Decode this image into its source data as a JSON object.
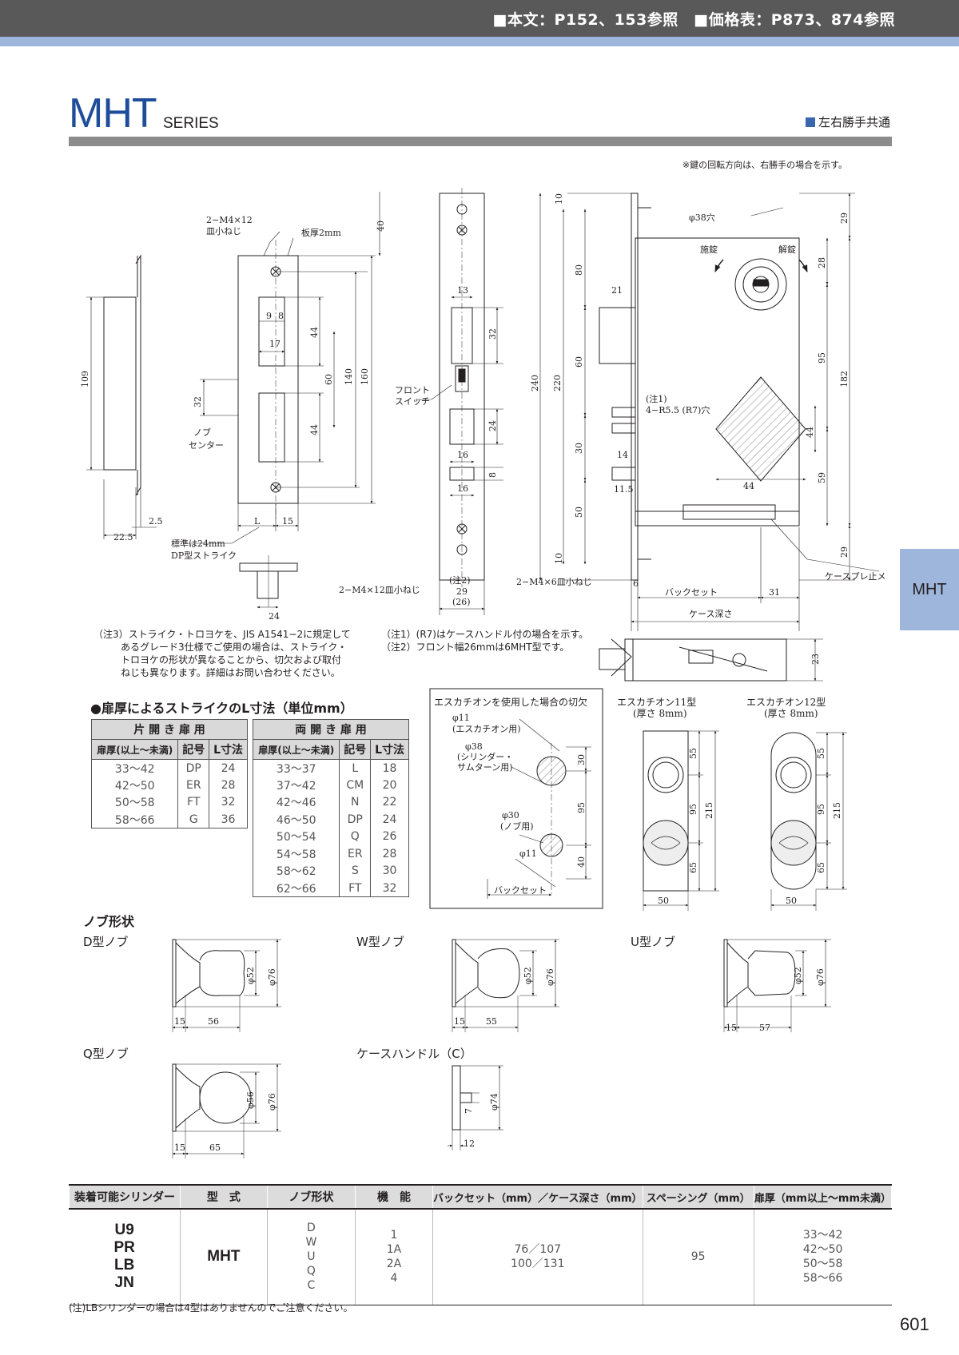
{
  "header": {
    "reference": "■本文：P152、153参照　■価格表：P873、874参照"
  },
  "title": {
    "main": "MHT",
    "sub": "SERIES",
    "hand_note": "左右勝手共通"
  },
  "rotation_note": "※鍵の回転方向は、右勝手の場合を示す。",
  "side_tab": "MHT",
  "drawing": {
    "strike_screw_label": "2−M4×12",
    "strike_screw_label2": "皿小ねじ",
    "plate_thickness": "板厚2mm",
    "dim_40": "40",
    "dim_109": "109",
    "dim_9": "9",
    "dim_8a": "8",
    "dim_17": "17",
    "dim_44a": "44",
    "dim_32a": "32",
    "dim_60a": "60",
    "dim_140": "140",
    "dim_160": "160",
    "dim_44b": "44",
    "knob_center": "ノブ",
    "knob_center2": "センター",
    "dim_2_5": "2.5",
    "dim_22_5": "22.5",
    "dim_L": "L",
    "dim_15a": "15",
    "strike_std": "標準は24mm",
    "strike_std2": "DP型ストライク",
    "dim_24a": "24",
    "screw_bottom": "2−M4×12皿小ねじ",
    "front_switch": "フロント",
    "front_switch2": "スイッチ",
    "dim_13": "13",
    "dim_32b": "32",
    "dim_24b": "24",
    "dim_16a": "16",
    "dim_8b": "8",
    "dim_16b": "16",
    "note2_ref": "(注2)",
    "dim_29a": "29",
    "dim_26": "(26)",
    "screw_front": "2−M4×6皿小ねじ",
    "dim_10a": "10",
    "dim_80": "80",
    "dim_21": "21",
    "dim_240": "240",
    "dim_220": "220",
    "dim_60b": "60",
    "dim_30a": "30",
    "dim_14": "14",
    "dim_11_5": "11.5",
    "dim_50a": "50",
    "dim_10b": "10",
    "hole38": "φ38穴",
    "lock_dir": "施錠",
    "unlock_dir": "解錠",
    "dim_29b": "29",
    "dim_28": "28",
    "dim_95a": "95",
    "dim_182": "182",
    "note1_ref": "(注1)",
    "sq_hole": "4−R5.5 (R7)穴",
    "dim_44c": "44",
    "dim_44d": "44",
    "dim_59": "59",
    "dim_29c": "29",
    "case_stopper": "ケースプレ止メ",
    "dim_6": "6",
    "backset": "バックセット",
    "dim_31": "31",
    "case_depth": "ケース深さ",
    "dim_23": "23"
  },
  "notes": {
    "note3": [
      "（注3）ストライク・トロヨケを、JIS A1541−2に規定して",
      "あるグレード3仕様でご使用の場合は、ストライク・",
      "トロヨケの形状が異なることから、切欠および取付",
      "ねじも異なります。詳細はお問い合わせください。"
    ],
    "note1": "（注1）(R7)はケースハンドル付の場合を示す。",
    "note2": "（注2）フロント幅26mmは6MHT型です。"
  },
  "l_table": {
    "title": "●扉厚によるストライクのL寸法（単位mm）",
    "single": {
      "group": "片 開 き 扉 用",
      "headers": [
        "扉厚(以上〜未満)",
        "記号",
        "L寸法"
      ],
      "rows": [
        [
          "33〜42",
          "DP",
          "24"
        ],
        [
          "42〜50",
          "ER",
          "28"
        ],
        [
          "50〜58",
          "FT",
          "32"
        ],
        [
          "58〜66",
          "G",
          "36"
        ]
      ]
    },
    "double": {
      "group": "両 開 き 扉 用",
      "headers": [
        "扉厚(以上〜未満)",
        "記号",
        "L寸法"
      ],
      "rows": [
        [
          "33〜37",
          "L",
          "18"
        ],
        [
          "37〜42",
          "CM",
          "20"
        ],
        [
          "42〜46",
          "N",
          "22"
        ],
        [
          "46〜50",
          "DP",
          "24"
        ],
        [
          "50〜54",
          "Q",
          "26"
        ],
        [
          "54〜58",
          "ER",
          "28"
        ],
        [
          "58〜62",
          "S",
          "30"
        ],
        [
          "62〜66",
          "FT",
          "32"
        ]
      ]
    }
  },
  "escutcheon_cut": {
    "title": "エスカチオンを使用した場合の切欠",
    "phi11a": "φ11",
    "phi11a_note": "(エスカチオン用)",
    "phi38": "φ38",
    "phi38_note": "(シリンダー・",
    "phi38_note2": "サムターン用)",
    "phi30": "φ30",
    "phi30_note": "(ノブ用)",
    "phi11b": "φ11",
    "dim_30": "30",
    "dim_95": "95",
    "dim_40": "40",
    "backset": "バックセット"
  },
  "escutcheon11": {
    "title": "エスカチオン11型",
    "thick": "(厚さ 8mm)",
    "dim_55": "55",
    "dim_95": "95",
    "dim_215": "215",
    "dim_65": "65",
    "dim_50": "50"
  },
  "escutcheon12": {
    "title": "エスカチオン12型",
    "thick": "(厚さ 8mm)",
    "dim_55": "55",
    "dim_95": "95",
    "dim_215": "215",
    "dim_65": "65",
    "dim_50": "50"
  },
  "knobs": {
    "title": "ノブ形状",
    "d": {
      "label": "D型ノブ",
      "phi52": "φ52",
      "phi76": "φ76",
      "w15": "15",
      "w": "56"
    },
    "w": {
      "label": "W型ノブ",
      "phi52": "φ52",
      "phi76": "φ76",
      "w15": "15",
      "w": "55"
    },
    "u": {
      "label": "U型ノブ",
      "phi52": "φ52",
      "phi76": "φ76",
      "w15": "15",
      "w": "57"
    },
    "q": {
      "label": "Q型ノブ",
      "phi56": "φ56",
      "phi76": "φ76",
      "w15": "15",
      "w": "65"
    },
    "c": {
      "label": "ケースハンドル（C）",
      "phi74": "φ74",
      "d7": "7",
      "w12": "12"
    }
  },
  "spec": {
    "headers": [
      "装着可能シリンダー",
      "型　式",
      "ノブ形状",
      "機　能",
      "バックセット（mm）／ケース深さ（mm）",
      "スペーシング（mm）",
      "扉厚（mm以上〜mm未満）"
    ],
    "cylinders": [
      "U9",
      "PR",
      "LB",
      "JN"
    ],
    "model": "MHT",
    "knob_shapes": [
      "D",
      "W",
      "U",
      "Q",
      "C"
    ],
    "functions": [
      "1",
      "1A",
      "2A",
      "4"
    ],
    "backset_depth": [
      "76／107",
      "100／131"
    ],
    "spacing": "95",
    "door_thickness": [
      "33〜42",
      "42〜50",
      "50〜58",
      "58〜66"
    ]
  },
  "footnote": "(注)LBシリンダーの場合は4型はありませんのでご注意ください。",
  "page_number": "601"
}
